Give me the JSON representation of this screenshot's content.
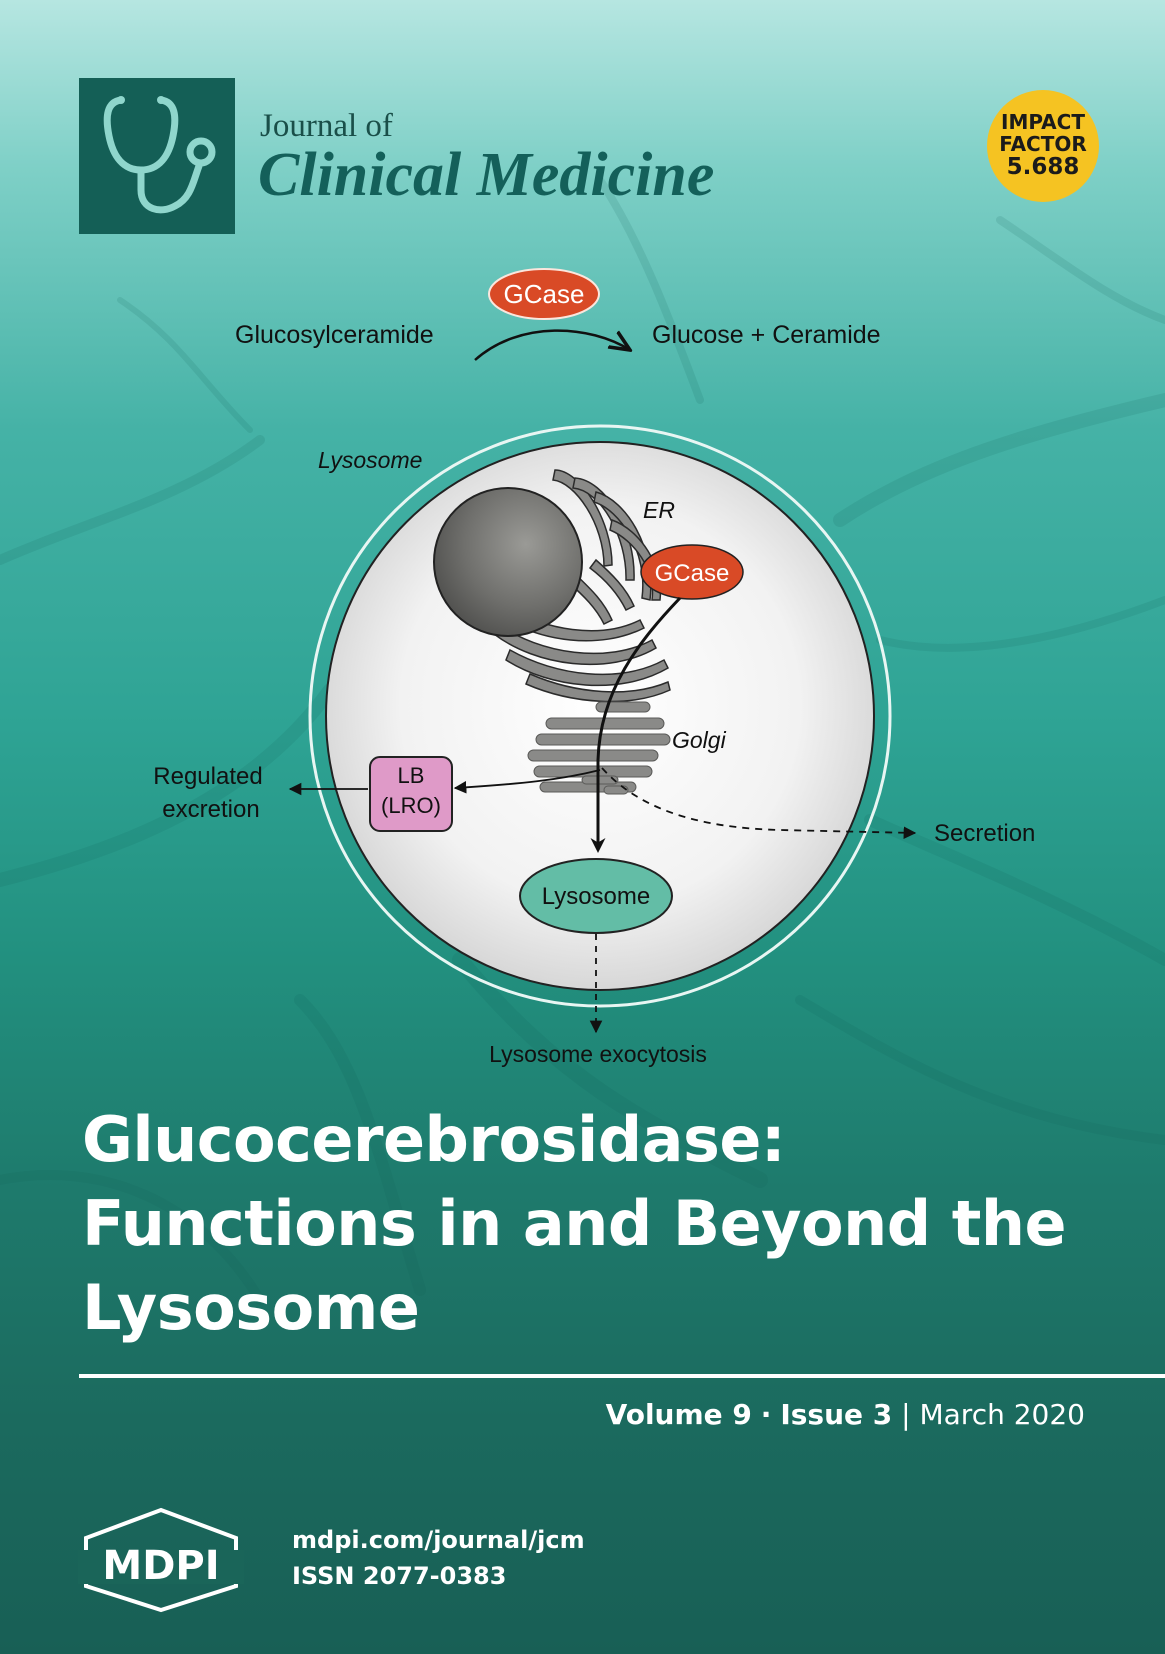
{
  "journal": {
    "prefix": "Journal of",
    "name": "Clinical Medicine",
    "logo_icon": "stethoscope-icon"
  },
  "impact_factor": {
    "line1": "IMPACT",
    "line2": "FACTOR",
    "value": "5.688"
  },
  "diagram": {
    "reaction_enzyme": "GCase",
    "substrate": "Glucosylceramide",
    "products": "Glucose + Ceramide",
    "cell_label": "Lysosome",
    "er_label": "ER",
    "er_enzyme": "GCase",
    "golgi_label": "Golgi",
    "lb_line1": "LB",
    "lb_line2": "(LRO)",
    "regulated_line1": "Regulated",
    "regulated_line2": "excretion",
    "secretion": "Secretion",
    "lysosome": "Lysosome",
    "exocytosis": "Lysosome exocytosis"
  },
  "article_title": {
    "line1": "Glucocerebrosidase:",
    "line2": "Functions in and Beyond the",
    "line3": "Lysosome"
  },
  "issue": {
    "volume": "Volume 9",
    "separator": "·",
    "number": "Issue 3",
    "divider": "|",
    "date": "March 2020"
  },
  "publisher": {
    "logo_text": "MDPI",
    "url": "mdpi.com/journal/jcm",
    "issn": "ISSN 2077-0383"
  },
  "colors": {
    "background_top": "#b6e6e1",
    "background_bottom": "#185f55",
    "logo_box": "#145f56",
    "impact_badge": "#f5c322",
    "gcase": "#d94a26",
    "lb_box": "#df9ac8",
    "lysosome": "#63bda6"
  }
}
